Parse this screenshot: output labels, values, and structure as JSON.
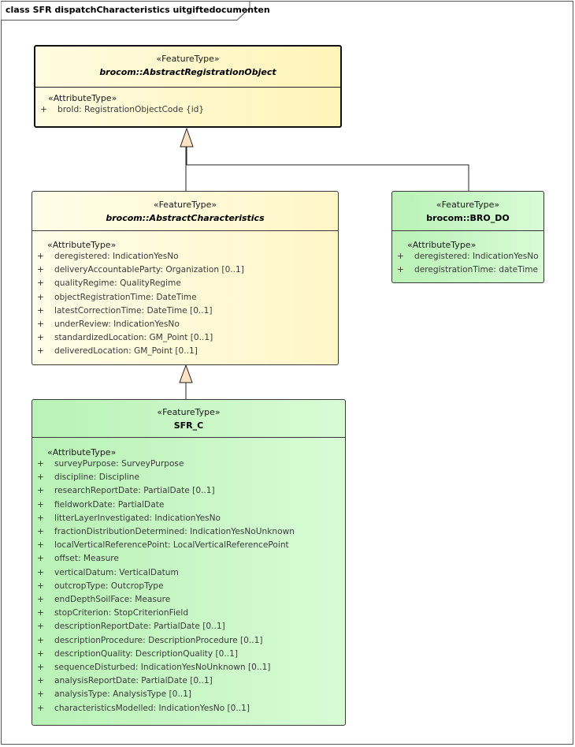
{
  "frame": {
    "title": "class SFR dispatchCharacteristics uitgiftedocumenten"
  },
  "classes": {
    "registration_object": {
      "stereotype": "«FeatureType»",
      "name": "brocom::AbstractRegistrationObject",
      "attr_stereotype": "«AttributeType»",
      "attributes": [
        {
          "vis": "+",
          "text": "broId: RegistrationObjectCode {id}"
        }
      ]
    },
    "characteristics": {
      "stereotype": "«FeatureType»",
      "name": "brocom::AbstractCharacteristics",
      "attr_stereotype": "«AttributeType»",
      "attributes": [
        {
          "vis": "+",
          "text": "deregistered: IndicationYesNo"
        },
        {
          "vis": "+",
          "text": "deliveryAccountableParty: Organization [0..1]"
        },
        {
          "vis": "+",
          "text": "qualityRegime: QualityRegime"
        },
        {
          "vis": "+",
          "text": "objectRegistrationTime: DateTime"
        },
        {
          "vis": "+",
          "text": "latestCorrectionTime: DateTime [0..1]"
        },
        {
          "vis": "+",
          "text": "underReview: IndicationYesNo"
        },
        {
          "vis": "+",
          "text": "standardizedLocation: GM_Point [0..1]"
        },
        {
          "vis": "+",
          "text": "deliveredLocation: GM_Point [0..1]"
        }
      ]
    },
    "bro_do": {
      "stereotype": "«FeatureType»",
      "name": "brocom::BRO_DO",
      "attr_stereotype": "«AttributeType»",
      "attributes": [
        {
          "vis": "+",
          "text": "deregistered: IndicationYesNo"
        },
        {
          "vis": "+",
          "text": "deregistrationTime: dateTime"
        }
      ]
    },
    "sfr_c": {
      "stereotype": "«FeatureType»",
      "name": "SFR_C",
      "attr_stereotype": "«AttributeType»",
      "attributes": [
        {
          "vis": "+",
          "text": "surveyPurpose: SurveyPurpose"
        },
        {
          "vis": "+",
          "text": "discipline: Discipline"
        },
        {
          "vis": "+",
          "text": "researchReportDate: PartialDate [0..1]"
        },
        {
          "vis": "+",
          "text": "fieldworkDate: PartialDate"
        },
        {
          "vis": "+",
          "text": "litterLayerInvestigated: IndicationYesNo"
        },
        {
          "vis": "+",
          "text": "fractionDistributionDetermined: IndicationYesNoUnknown"
        },
        {
          "vis": "+",
          "text": "localVerticalReferencePoint: LocalVerticalReferencePoint"
        },
        {
          "vis": "+",
          "text": "offset: Measure"
        },
        {
          "vis": "+",
          "text": "verticalDatum: VerticalDatum"
        },
        {
          "vis": "+",
          "text": "outcropType: OutcropType"
        },
        {
          "vis": "+",
          "text": "endDepthSoilFace: Measure"
        },
        {
          "vis": "+",
          "text": "stopCriterion: StopCriterionField"
        },
        {
          "vis": "+",
          "text": "descriptionReportDate: PartialDate [0..1]"
        },
        {
          "vis": "+",
          "text": "descriptionProcedure: DescriptionProcedure [0..1]"
        },
        {
          "vis": "+",
          "text": "descriptionQuality: DescriptionQuality [0..1]"
        },
        {
          "vis": "+",
          "text": "sequenceDisturbed: IndicationYesNoUnknown [0..1]"
        },
        {
          "vis": "+",
          "text": "analysisReportDate: PartialDate [0..1]"
        },
        {
          "vis": "+",
          "text": "analysisType: AnalysisType [0..1]"
        },
        {
          "vis": "+",
          "text": "characteristicsModelled: IndicationYesNo [0..1]"
        }
      ]
    }
  }
}
